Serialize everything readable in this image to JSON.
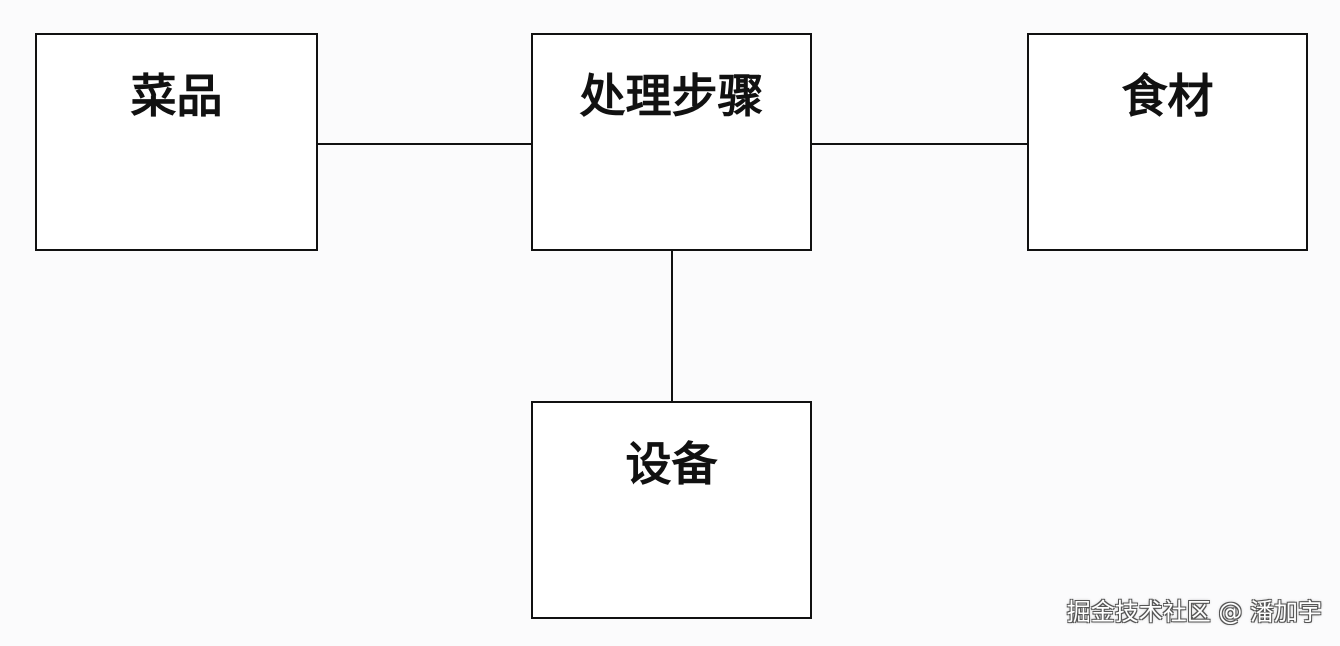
{
  "diagram": {
    "nodes": [
      {
        "id": "dish",
        "label": "菜品"
      },
      {
        "id": "steps",
        "label": "处理步骤"
      },
      {
        "id": "ingredients",
        "label": "食材"
      },
      {
        "id": "equipment",
        "label": "设备"
      }
    ],
    "edges": [
      {
        "from": "dish",
        "to": "steps"
      },
      {
        "from": "steps",
        "to": "ingredients"
      },
      {
        "from": "steps",
        "to": "equipment"
      }
    ]
  },
  "watermark": {
    "text": "掘金技术社区 @ 潘加宇"
  },
  "colors": {
    "background": "#fbfbfc",
    "line": "#111111",
    "box_fill": "#ffffff"
  }
}
